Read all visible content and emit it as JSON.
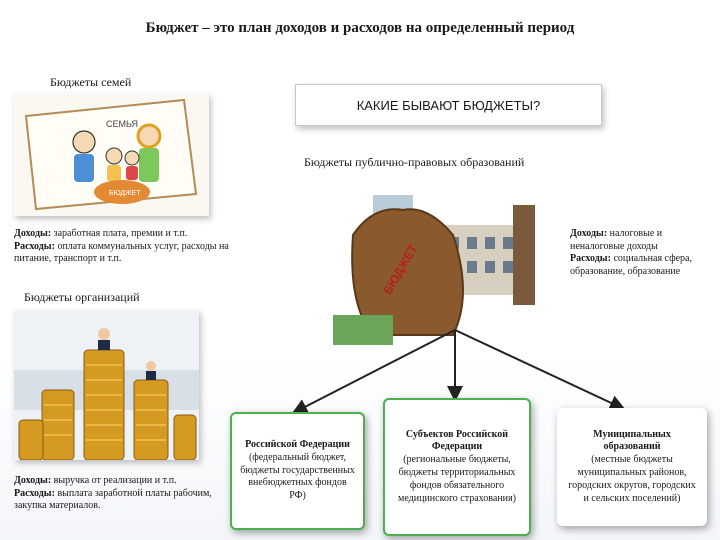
{
  "title": "Бюджет – это план доходов и расходов на определенный период",
  "question": "КАКИЕ БЫВАЮТ БЮДЖЕТЫ?",
  "family": {
    "heading": "Бюджеты семей",
    "image_label_top": "СЕМЬЯ",
    "image_label_bottom": "БЮДЖЕТ",
    "income_label": "Доходы:",
    "income_text": " заработная плата, премии и т.п.",
    "expense_label": "Расходы:",
    "expense_text": " оплата коммунальных услуг, расходы на питание, транспорт и т.п."
  },
  "public": {
    "heading": "Бюджеты публично-правовых образований",
    "bag_label": "БЮДЖЕТ",
    "income_label": "Доходы:",
    "income_text": " налоговые и неналоговые доходы",
    "expense_label": "Расходы:",
    "expense_text": " социальная сфера, образование, образование"
  },
  "org": {
    "heading": "Бюджеты организаций",
    "income_label": "Доходы:",
    "income_text": " выручка от реализации и т.п.",
    "expense_label": "Расходы:",
    "expense_text": " выплата заработной платы рабочим, закупка материалов."
  },
  "cards": [
    {
      "title": "Российской Федерации",
      "text": "(федеральный бюджет, бюджеты государственных внебюджетных фондов РФ)"
    },
    {
      "title": "Субъектов Российской Федерации",
      "text": "(региональные бюджеты, бюджеты территориальных фондов обязательного медицинского страхования)"
    },
    {
      "title": "Муниципальных образований",
      "text": "(местные бюджеты муниципальных районов, городских округов, городских и сельских поселений)"
    }
  ]
}
